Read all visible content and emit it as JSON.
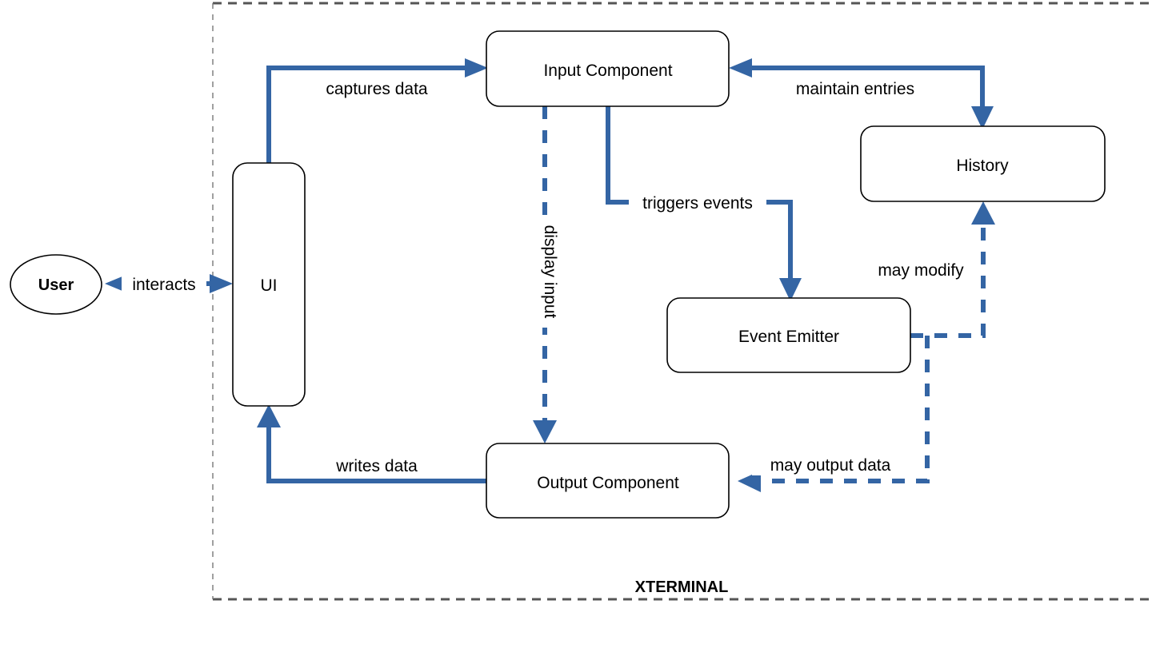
{
  "diagram": {
    "title": "XTERMINAL",
    "boundary_label": "XTERMINAL",
    "accent_color": "#3465a4",
    "node_stroke_color": "#000000",
    "boundary_color": "#555555",
    "background": "#ffffff",
    "nodes": [
      {
        "id": "user",
        "label": "User",
        "shape": "ellipse",
        "inside_boundary": false
      },
      {
        "id": "ui",
        "label": "UI",
        "shape": "rounded-rect",
        "inside_boundary": true
      },
      {
        "id": "input-component",
        "label": "Input Component",
        "shape": "rounded-rect",
        "inside_boundary": true
      },
      {
        "id": "history",
        "label": "History",
        "shape": "rounded-rect",
        "inside_boundary": true
      },
      {
        "id": "event-emitter",
        "label": "Event Emitter",
        "shape": "rounded-rect",
        "inside_boundary": true
      },
      {
        "id": "output-component",
        "label": "Output Component",
        "shape": "rounded-rect",
        "inside_boundary": true
      }
    ],
    "edges": [
      {
        "id": "interacts",
        "label": "interacts",
        "from": "user",
        "to": "ui",
        "style": "solid",
        "arrows": "both"
      },
      {
        "id": "captures-data",
        "label": "captures data",
        "from": "ui",
        "to": "input-component",
        "style": "solid",
        "arrows": "to"
      },
      {
        "id": "maintain-entries",
        "label": "maintain entries",
        "from": "history",
        "to": "input-component",
        "style": "solid",
        "arrows": "both"
      },
      {
        "id": "triggers-events",
        "label": "triggers events",
        "from": "input-component",
        "to": "event-emitter",
        "style": "solid",
        "arrows": "to"
      },
      {
        "id": "display-input",
        "label": "display input",
        "from": "input-component",
        "to": "output-component",
        "style": "dashed",
        "arrows": "to",
        "orientation": "vertical"
      },
      {
        "id": "may-modify",
        "label": "may modify",
        "from": "event-emitter",
        "to": "history",
        "style": "dashed",
        "arrows": "to"
      },
      {
        "id": "may-output-data",
        "label": "may output data",
        "from": "event-emitter",
        "to": "output-component",
        "style": "dashed",
        "arrows": "to"
      },
      {
        "id": "writes-data",
        "label": "writes data",
        "from": "output-component",
        "to": "ui",
        "style": "solid",
        "arrows": "to"
      }
    ]
  }
}
